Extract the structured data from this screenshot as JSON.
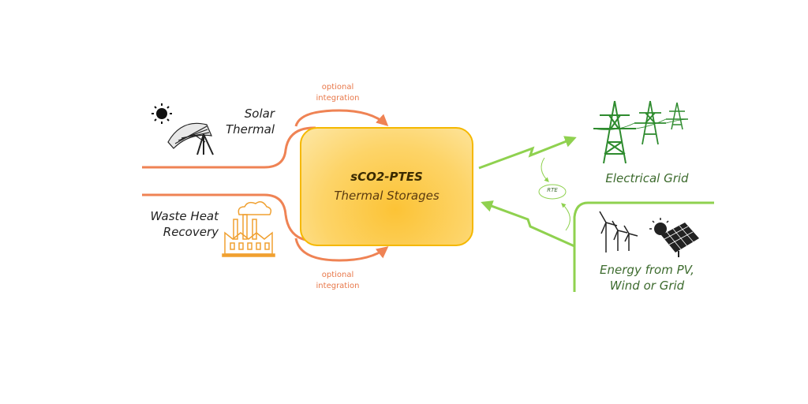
{
  "sources": {
    "solar": {
      "line1": "Solar",
      "line2": "Thermal"
    },
    "waste": {
      "line1": "Waste Heat",
      "line2": "Recovery"
    }
  },
  "integration_top": {
    "line1": "optional",
    "line2": "integration"
  },
  "integration_bottom": {
    "line1": "optional",
    "line2": "integration"
  },
  "storage": {
    "title": "sCO2-PTES",
    "subtitle": "Thermal Storages"
  },
  "grid": {
    "label": "Electrical Grid"
  },
  "rte": {
    "label": "RTE"
  },
  "renewables": {
    "line1": "Energy from PV,",
    "line2": "Wind or Grid"
  },
  "colors": {
    "heat_line": "#ef8354",
    "electric_line": "#8fd14f",
    "dark_green": "#3d6b2e",
    "box_border": "#f5b800",
    "box_fill": "#fcc336"
  },
  "icons": [
    "sun-icon",
    "solar-collector-icon",
    "factory-icon",
    "pylon-icon",
    "wind-turbine-icon",
    "solar-panel-icon"
  ]
}
